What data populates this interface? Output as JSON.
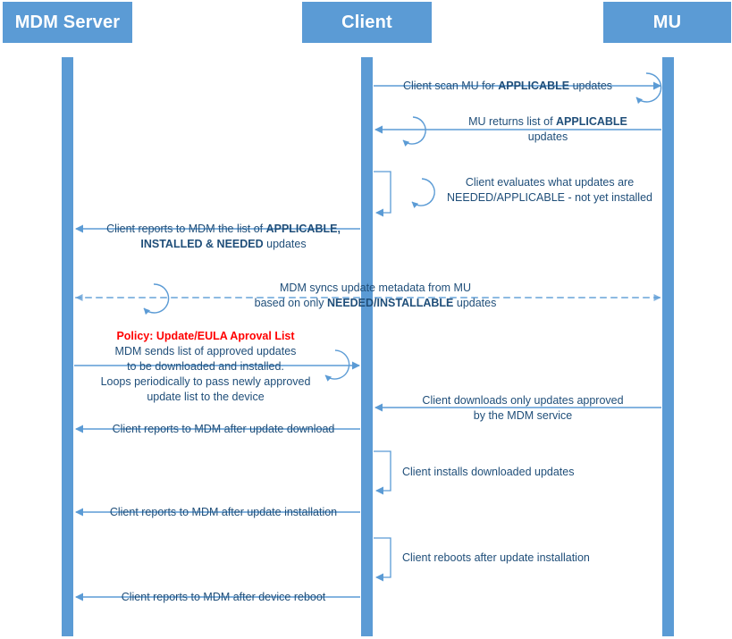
{
  "diagram": {
    "title": "MDM / Client / MU update sequence",
    "colors": {
      "actor_fill": "#5B9BD5",
      "lifeline": "#5B9BD5",
      "arrow": "#5B9BD5",
      "text": "#1F4E79",
      "policy_text": "#FF0000",
      "background": "#FFFFFF"
    }
  },
  "actors": [
    {
      "id": "mdm",
      "label": "MDM Server"
    },
    {
      "id": "client",
      "label": "Client"
    },
    {
      "id": "mu",
      "label": "MU"
    }
  ],
  "messages": [
    {
      "id": "m1",
      "from": "client",
      "to": "mu",
      "style": "solid",
      "loop": true,
      "lines": [
        {
          "segments": [
            {
              "text": "Client scan MU for ",
              "bold": false
            },
            {
              "text": "APPLICABLE",
              "bold": true
            },
            {
              "text": " updates",
              "bold": false
            }
          ]
        }
      ]
    },
    {
      "id": "m2",
      "from": "mu",
      "to": "client",
      "style": "solid",
      "loop": true,
      "lines": [
        {
          "segments": [
            {
              "text": "MU returns list of ",
              "bold": false
            },
            {
              "text": "APPLICABLE",
              "bold": true
            }
          ]
        },
        {
          "segments": [
            {
              "text": "updates",
              "bold": false
            }
          ]
        }
      ]
    },
    {
      "id": "m3",
      "from": "client",
      "to": "client",
      "style": "self",
      "loop": true,
      "lines": [
        {
          "segments": [
            {
              "text": "Client evaluates what updates are",
              "bold": false
            }
          ]
        },
        {
          "segments": [
            {
              "text": "NEEDED/APPLICABLE - not yet installed",
              "bold": false
            }
          ]
        }
      ]
    },
    {
      "id": "m4",
      "from": "client",
      "to": "mdm",
      "style": "solid",
      "loop": false,
      "lines": [
        {
          "segments": [
            {
              "text": "Client reports to MDM the list of ",
              "bold": false
            },
            {
              "text": "APPLICABLE,",
              "bold": true
            }
          ]
        },
        {
          "segments": [
            {
              "text": "INSTALLED & NEEDED",
              "bold": true
            },
            {
              "text": " updates",
              "bold": false
            }
          ]
        }
      ]
    },
    {
      "id": "m5",
      "from": "mdm",
      "to": "mu",
      "style": "dashed-bidirectional",
      "loop": true,
      "lines": [
        {
          "segments": [
            {
              "text": "MDM syncs update metadata from MU",
              "bold": false
            }
          ]
        },
        {
          "segments": [
            {
              "text": "based on only ",
              "bold": false
            },
            {
              "text": "NEEDED/INSTALLABLE",
              "bold": true
            },
            {
              "text": " updates",
              "bold": false
            }
          ]
        }
      ]
    },
    {
      "id": "m6",
      "from": "mdm",
      "to": "client",
      "style": "solid",
      "loop": true,
      "lines": [
        {
          "segments": [
            {
              "text": "Policy: Update/EULA Aproval List",
              "bold": true,
              "color": "policy"
            }
          ]
        },
        {
          "segments": [
            {
              "text": "MDM sends list of approved updates",
              "bold": false
            }
          ]
        },
        {
          "segments": [
            {
              "text": "to be downloaded and installed.",
              "bold": false
            }
          ]
        },
        {
          "segments": [
            {
              "text": "Loops periodically to pass newly approved",
              "bold": false
            }
          ]
        },
        {
          "segments": [
            {
              "text": "update list to the device",
              "bold": false
            }
          ]
        }
      ]
    },
    {
      "id": "m7",
      "from": "mu",
      "to": "client",
      "style": "solid",
      "loop": false,
      "lines": [
        {
          "segments": [
            {
              "text": "Client downloads only updates approved",
              "bold": false
            }
          ]
        },
        {
          "segments": [
            {
              "text": "by the MDM service",
              "bold": false
            }
          ]
        }
      ]
    },
    {
      "id": "m8",
      "from": "client",
      "to": "mdm",
      "style": "solid",
      "loop": false,
      "lines": [
        {
          "segments": [
            {
              "text": "Client reports to MDM after update download",
              "bold": false
            }
          ]
        }
      ]
    },
    {
      "id": "m9",
      "from": "client",
      "to": "client",
      "style": "self",
      "loop": false,
      "lines": [
        {
          "segments": [
            {
              "text": "Client installs downloaded updates",
              "bold": false
            }
          ]
        }
      ]
    },
    {
      "id": "m10",
      "from": "client",
      "to": "mdm",
      "style": "solid",
      "loop": false,
      "lines": [
        {
          "segments": [
            {
              "text": "Client reports to MDM after update installation",
              "bold": false
            }
          ]
        }
      ]
    },
    {
      "id": "m11",
      "from": "client",
      "to": "client",
      "style": "self",
      "loop": false,
      "lines": [
        {
          "segments": [
            {
              "text": "Client reboots after update installation",
              "bold": false
            }
          ]
        }
      ]
    },
    {
      "id": "m12",
      "from": "client",
      "to": "mdm",
      "style": "solid",
      "loop": false,
      "lines": [
        {
          "segments": [
            {
              "text": "Client reports to MDM after device reboot",
              "bold": false
            }
          ]
        }
      ]
    }
  ]
}
